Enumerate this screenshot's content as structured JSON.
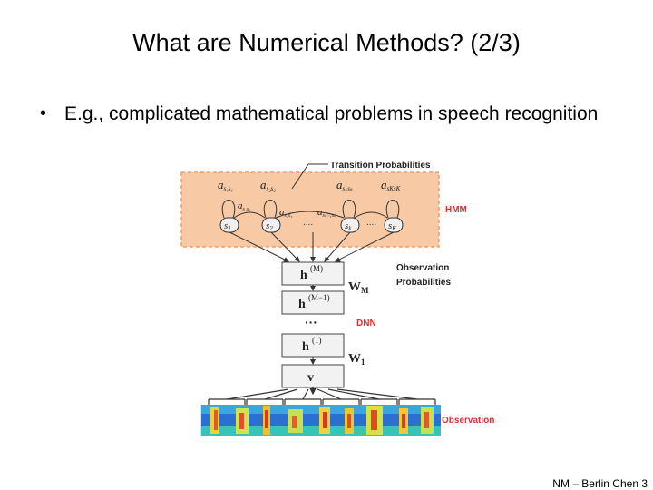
{
  "slide": {
    "title": "What are Numerical Methods? (2/3)",
    "bullet": "E.g., complicated mathematical problems in speech recognition",
    "footer": "NM – Berlin Chen 3"
  },
  "figure": {
    "transition_label": "Transition Probabilities",
    "hmm_label": "HMM",
    "observation_probabilities_label_1": "Observation",
    "observation_probabilities_label_2": "Probabilities",
    "dnn_label": "DNN",
    "observation_label": "Observation",
    "ellipsis": "....",
    "dots": "···",
    "states": [
      "s1",
      "s2",
      "sk",
      "sK"
    ],
    "layers": [
      "h(M)",
      "h(M−1)",
      "h(1)",
      "v"
    ],
    "weights": [
      "WM",
      "W1"
    ]
  },
  "colors": {
    "hmm_fill": "#f7c9a4",
    "hmm_border": "#e8a070",
    "label_red": "#e03030"
  }
}
